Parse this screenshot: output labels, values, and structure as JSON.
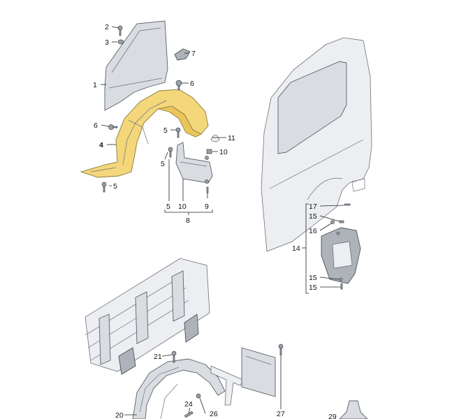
{
  "diagram": {
    "highlight_color": "#f3d77a",
    "callouts": {
      "c1": "1",
      "c2": "2",
      "c3": "3",
      "c4": "4",
      "c5a": "5",
      "c5b": "5",
      "c5c": "5",
      "c5d": "5",
      "c6a": "6",
      "c6b": "6",
      "c7": "7",
      "c8": "8",
      "c9": "9",
      "c10a": "10",
      "c10b": "10",
      "c11": "11",
      "c14": "14",
      "c15a": "15",
      "c15b": "15",
      "c15c": "15",
      "c16": "16",
      "c17": "17",
      "c20": "20",
      "c21": "21",
      "c24": "24",
      "c26": "26",
      "c27": "27",
      "c29": "29"
    }
  }
}
